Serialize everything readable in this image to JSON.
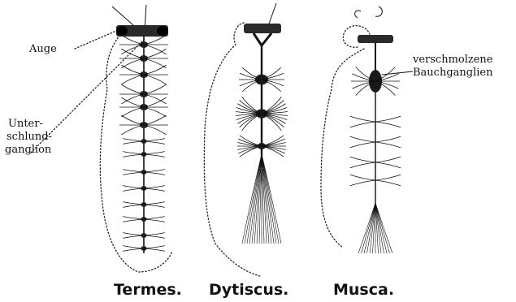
{
  "labels": {
    "auge": "Auge",
    "unterschlund": [
      "Unter-",
      "schlund-",
      "ganglion"
    ],
    "bauch": [
      "verschmolzene",
      "Bauchganglien"
    ]
  },
  "captions": {
    "termes": "Termes.",
    "dytiscus": "Dytiscus.",
    "musca": "Musca."
  },
  "colors": {
    "ink": "#111111",
    "background": "#ffffff"
  }
}
